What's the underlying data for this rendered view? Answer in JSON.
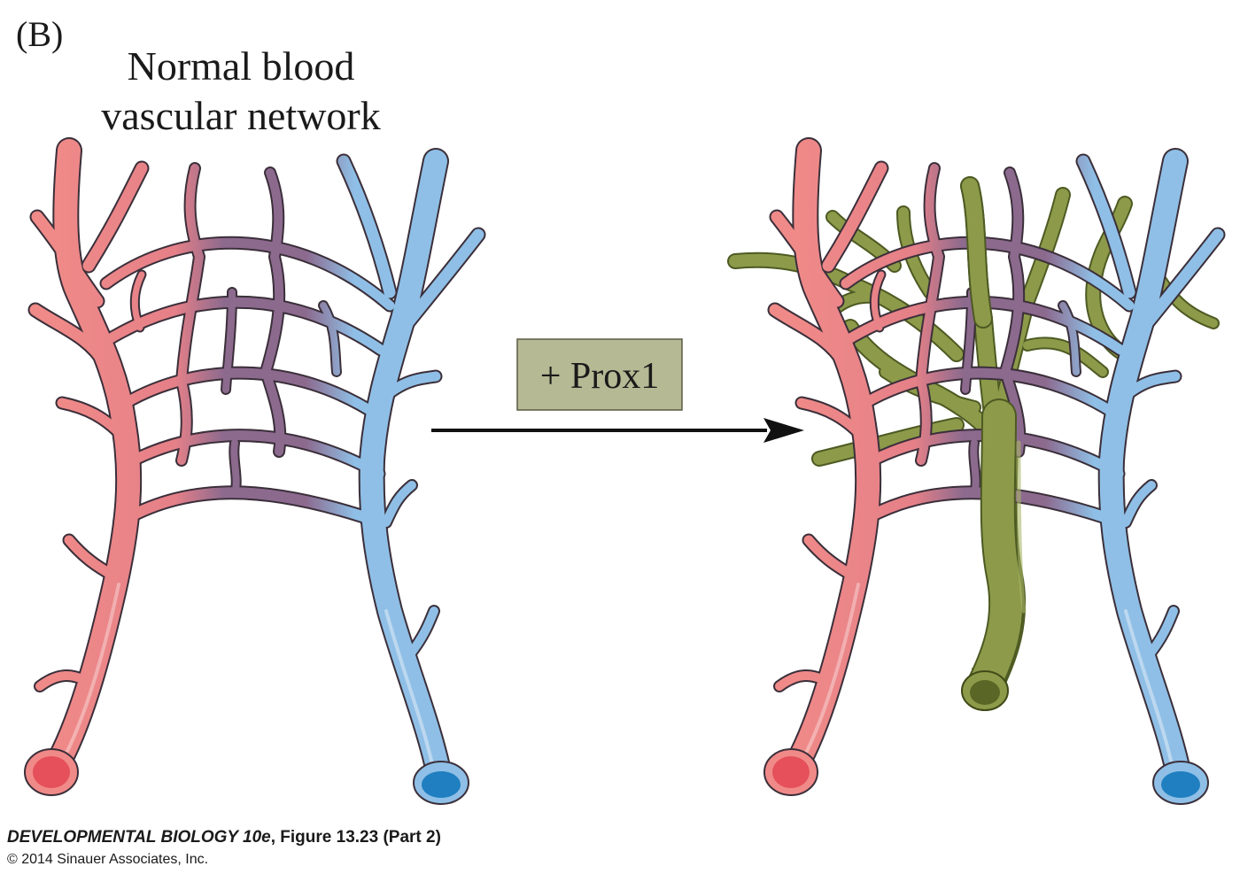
{
  "figure": {
    "panel_label": "(B)",
    "title_line1": "Normal blood",
    "title_line2": "vascular network",
    "treatment_label": "+ Prox1"
  },
  "credit": {
    "book": "DEVELOPMENTAL BIOLOGY 10e",
    "figure_ref": ", Figure 13.23 (Part 2)",
    "copyright": "© 2014 Sinauer Associates, Inc."
  },
  "colors": {
    "artery": "#f08a88",
    "capillary": "#8c6a8e",
    "vein": "#8fbfe6",
    "lymphatic": "#8d9a4a",
    "label_box": "#b5b994",
    "outline": "#3b2f3a"
  }
}
